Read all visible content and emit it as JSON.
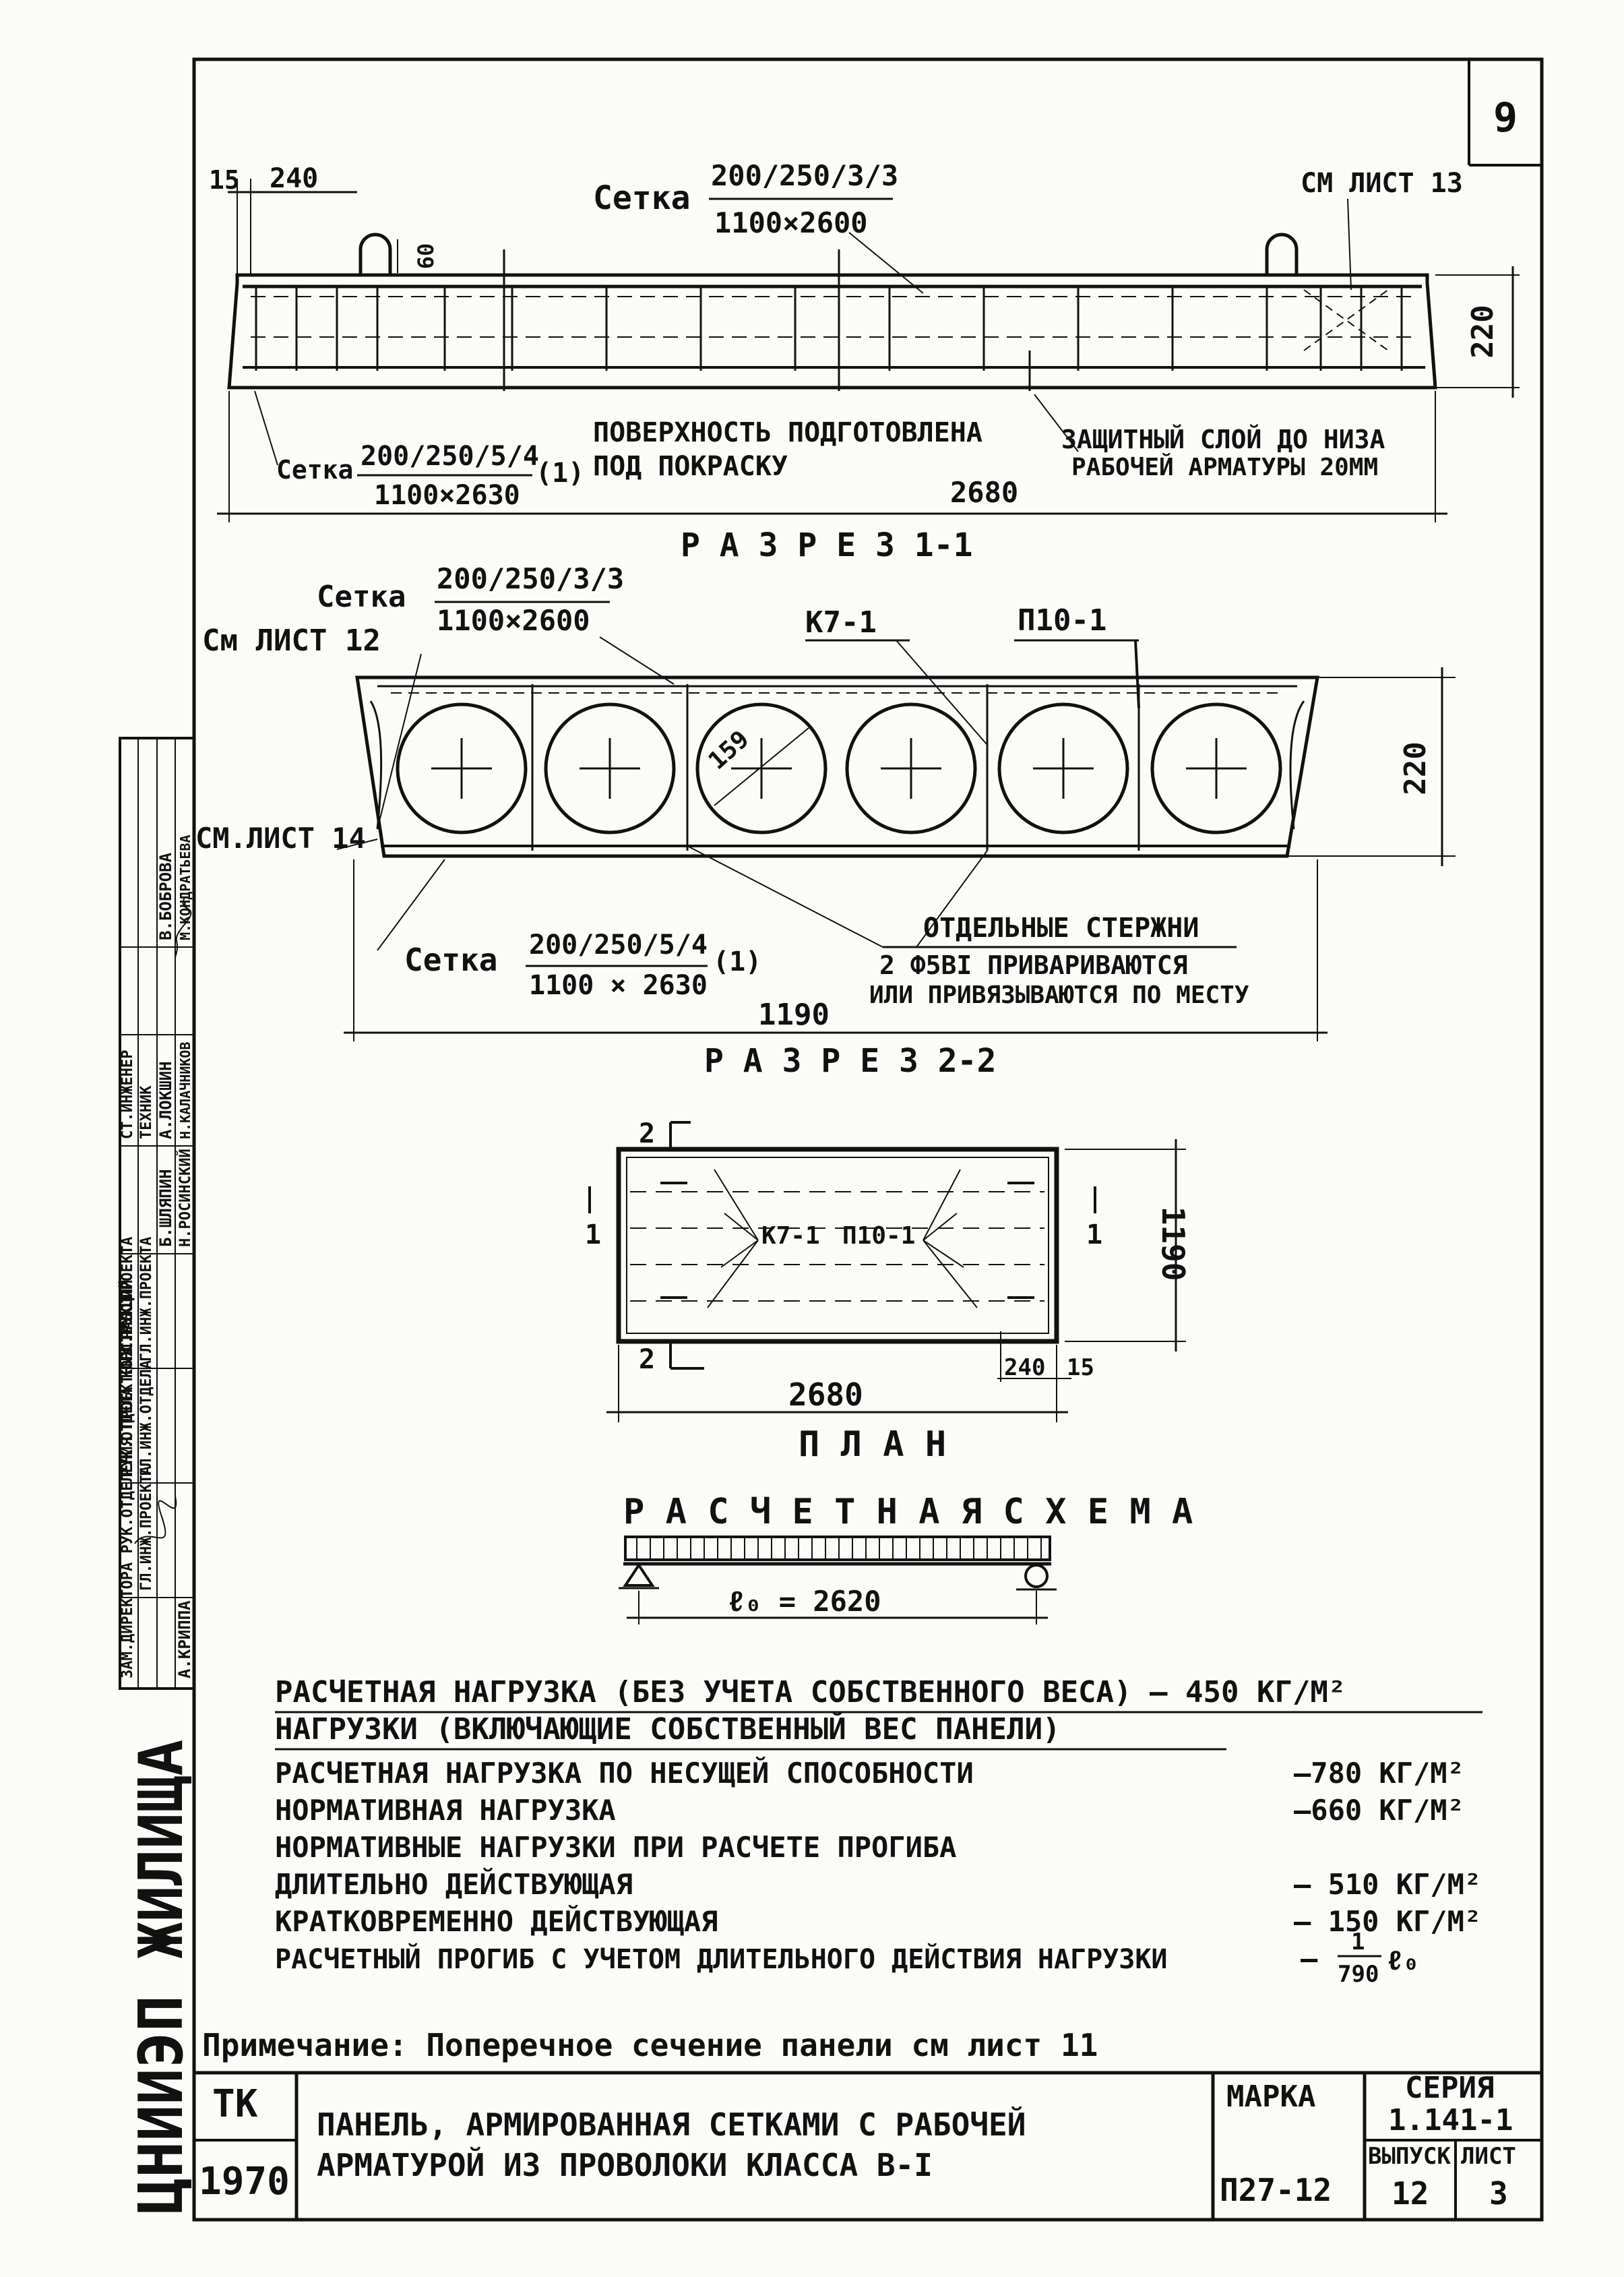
{
  "sheet_number": "9",
  "section_1": {
    "dim_15": "15",
    "dim_240": "240",
    "dim_60": "60",
    "setka_label": "Сетка",
    "setka_top_num": "200/250/3/3",
    "setka_top_den": "1100×2600",
    "see_sheet_13": "СМ ЛИСТ 13",
    "dim_220": "220",
    "setka_bottom_num": "200/250/5/4",
    "setka_bottom_den": "1100×2630",
    "setka_bottom_suffix": "(1)",
    "surface_note_1": "ПОВЕРХНОСТЬ ПОДГОТОВЛЕНА",
    "surface_note_2": "ПОД ПОКРАСКУ",
    "cover_note_1": "ЗАЩИТНЫЙ СЛОЙ ДО НИЗА",
    "cover_note_2": "РАБОЧЕЙ АРМАТУРЫ 20ММ",
    "dim_2680": "2680",
    "title": "Р А З Р Е З  1-1"
  },
  "section_2": {
    "setka_label": "Сетка",
    "setka_top_num": "200/250/3/3",
    "setka_top_den": "1100×2600",
    "see_sheet_12": "См ЛИСТ 12",
    "k7_label": "К7-1",
    "p10_label": "П10-1",
    "dim_159": "159",
    "dim_220": "220",
    "see_sheet_14": "СМ.ЛИСТ 14",
    "setka_bottom_label": "Сетка",
    "setka_bottom_num": "200/250/5/4",
    "setka_bottom_den": "1100 × 2630",
    "setka_bottom_suffix": "(1)",
    "bars_note_1": "ОТДЕЛЬНЫЕ СТЕРЖНИ",
    "bars_note_2": "2 Ф5ВI ПРИВАРИВАЮТСЯ",
    "bars_note_3": "ИЛИ ПРИВЯЗЫВАЮТСЯ ПО МЕСТУ",
    "dim_1190": "1190",
    "title": "Р А З Р Е З  2-2"
  },
  "plan": {
    "mark_2": "2",
    "mark_1": "1",
    "k7_label": "К7-1",
    "p10_label": "П10-1",
    "dim_1190": "1190",
    "dim_240": "240",
    "dim_15": "15",
    "dim_2680": "2680",
    "title": "П Л А Н"
  },
  "scheme": {
    "title": "Р А С Ч Е Т Н А Я   С Х Е М А",
    "span": "ℓ₀ = 2620"
  },
  "loads": {
    "design_load": "РАСЧЕТНАЯ НАГРУЗКА (БЕЗ УЧЕТА СОБСТВЕННОГО ВЕСА) — 450  КГ/М²",
    "heading": "НАГРУЗКИ (ВКЛЮЧАЮЩИЕ СОБСТВЕННЫЙ ВЕС ПАНЕЛИ)",
    "rows": [
      {
        "label": "РАСЧЕТНАЯ НАГРУЗКА ПО НЕСУЩЕЙ СПОСОБНОСТИ",
        "value": "—780  КГ/М²"
      },
      {
        "label": "НОРМАТИВНАЯ  НАГРУЗКА",
        "value": "—660  КГ/М²"
      },
      {
        "label": "НОРМАТИВНЫЕ НАГРУЗКИ ПРИ РАСЧЕТЕ ПРОГИБА",
        "value": ""
      },
      {
        "label": "ДЛИТЕЛЬНО ДЕЙСТВУЮЩАЯ",
        "value": "— 510  КГ/М²"
      },
      {
        "label": "КРАТКОВРЕМЕННО  ДЕЙСТВУЮЩАЯ",
        "value": "— 150  КГ/М²"
      },
      {
        "label": "РАСЧЕТНЫЙ ПРОГИБ С УЧЕТОМ ДЛИТЕЛЬНОГО ДЕЙСТВИЯ НАГРУЗКИ",
        "value": "—"
      }
    ],
    "deflection_num": "1",
    "deflection_den": "790",
    "deflection_suffix": "ℓ₀"
  },
  "note": "Примечание: Поперечное сечение панели см лист 11",
  "title_block": {
    "tk": "ТК",
    "year": "1970",
    "title_line1": "ПАНЕЛЬ, АРМИРОВАННАЯ  СЕТКАМИ С РАБОЧЕЙ",
    "title_line2": "АРМАТУРОЙ ИЗ ПРОВОЛОКИ КЛАССА  В-I",
    "marka_label": "МАРКА",
    "marka_value": "П27-12",
    "series_label": "СЕРИЯ",
    "series_value": "1.141-1",
    "issue_label": "ВЫПУСК",
    "issue_value": "12",
    "sheet_label": "ЛИСТ",
    "sheet_value": "3"
  },
  "side_stamp": {
    "org": "ЦНИИЭП ЖИЛИЩА",
    "roles": [
      "ЗАМ.ДИРЕКТОРА РУК.ОТДЕЛЕНИЯ ПРОЕКТНЫХ РАБОТ",
      "ГЛ.ИНЖ.ПРОЕКТА",
      "РУК.ОТДЕЛА КОНСТРУКЦИЙ",
      "ГЛ.ИНЖ.ОТДЕЛА",
      "ГЛ.ИНЖ.ПРОЕКТА",
      "ГЛ.ИНЖ.ПРОЕКТА",
      "СТ.ИНЖЕНЕР",
      "ТЕХНИК"
    ],
    "names": [
      "А.КРИППА",
      "Б.ШЛЯПИН",
      "Н.РОСИНСКИЙ",
      "А.ЛОКШИН",
      "Н.КАЛАЧНИКОВ",
      "В.БОБРОВА",
      "М.КОНДРАТЬЕВА"
    ]
  }
}
